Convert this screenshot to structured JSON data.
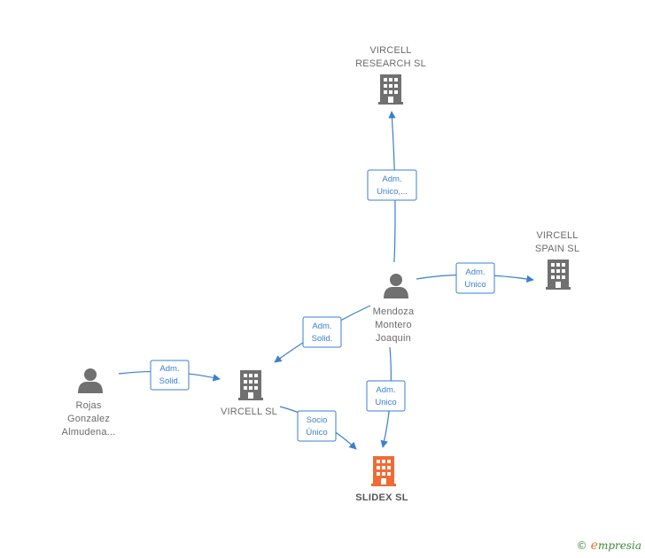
{
  "nodes": {
    "vircell_research": {
      "label_lines": [
        "VIRCELL",
        "RESEARCH  SL"
      ],
      "icon": "building-icon",
      "color": "#707070"
    },
    "vircell_spain": {
      "label_lines": [
        "VIRCELL",
        "SPAIN  SL"
      ],
      "icon": "building-icon",
      "color": "#707070"
    },
    "mendoza": {
      "label_lines": [
        "Mendoza",
        "Montero",
        "Joaquin"
      ],
      "icon": "person-icon",
      "color": "#707070"
    },
    "rojas": {
      "label_lines": [
        "Rojas",
        "Gonzalez",
        "Almudena..."
      ],
      "icon": "person-icon",
      "color": "#707070"
    },
    "vircell_sl": {
      "label_lines": [
        "VIRCELL SL"
      ],
      "icon": "building-icon",
      "color": "#707070"
    },
    "slidex": {
      "label_lines": [
        "SLIDEX  SL"
      ],
      "icon": "building-icon",
      "color": "#f06a35"
    }
  },
  "edges": {
    "mendoza_research": {
      "lines": [
        "Adm.",
        "Unico,..."
      ]
    },
    "mendoza_spain": {
      "lines": [
        "Adm.",
        "Unico"
      ]
    },
    "mendoza_vircell": {
      "lines": [
        "Adm.",
        "Solid."
      ]
    },
    "mendoza_slidex": {
      "lines": [
        "Adm.",
        "Unico"
      ]
    },
    "rojas_vircell": {
      "lines": [
        "Adm.",
        "Solid."
      ]
    },
    "vircell_slidex": {
      "lines": [
        "Socio",
        "Único"
      ]
    }
  },
  "footer": {
    "copyright": "©",
    "brand_initial": "e",
    "brand_rest": "mpresia"
  },
  "colors": {
    "edge": "#3a7fd0",
    "node_gray": "#707070",
    "highlight": "#f06a35"
  }
}
